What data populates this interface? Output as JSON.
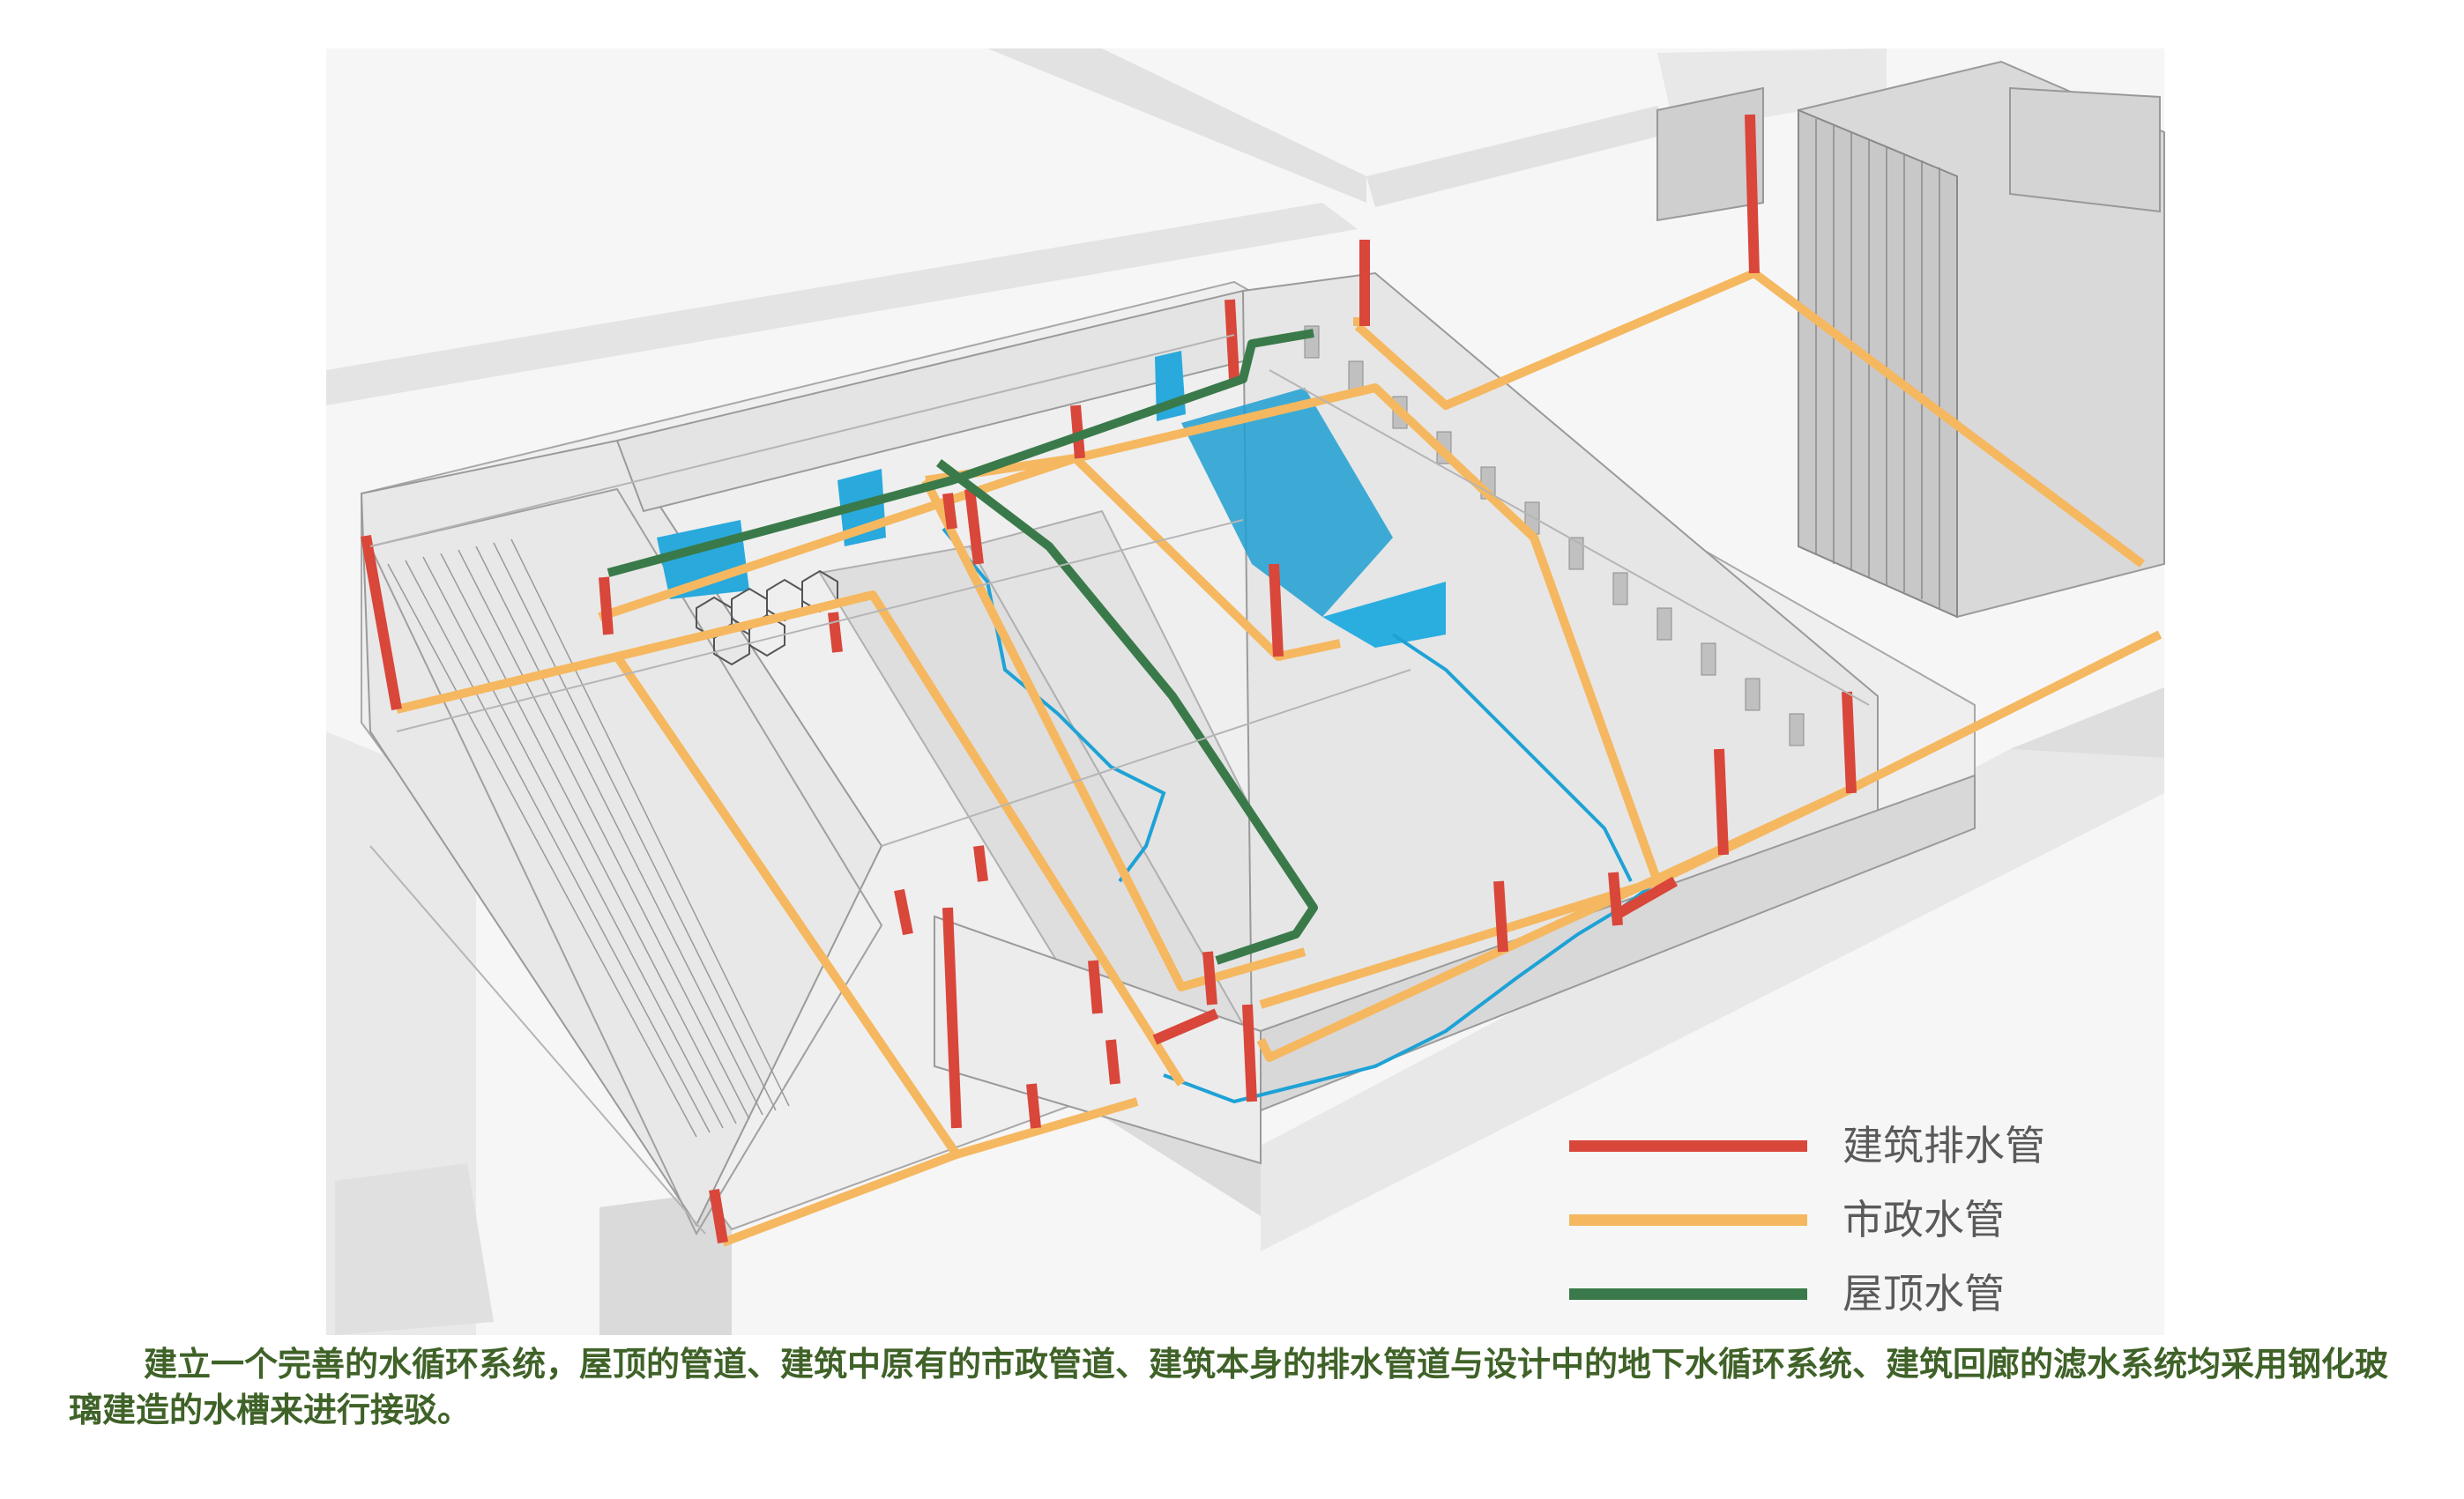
{
  "legend": {
    "items": [
      {
        "label": "建筑排水管",
        "color": "#d9463a"
      },
      {
        "label": "市政水管",
        "color": "#f5b860"
      },
      {
        "label": "屋顶水管",
        "color": "#3a7a4a"
      }
    ]
  },
  "caption": {
    "text": "建立一个完善的水循环系统，屋顶的管道、建筑中原有的市政管道、建筑本身的排水管道与设计中的地下水循环系统、建筑回廊的滤水系统均采用钢化玻璃建造的水槽来进行接驳。"
  },
  "colors": {
    "drain_pipe": "#d9463a",
    "municipal_pipe": "#f5b860",
    "roof_pipe": "#3a7a4a",
    "water_cell": "#1aa4d6",
    "building_line": "#9a9a9a",
    "ground": "#e6e6e6"
  }
}
